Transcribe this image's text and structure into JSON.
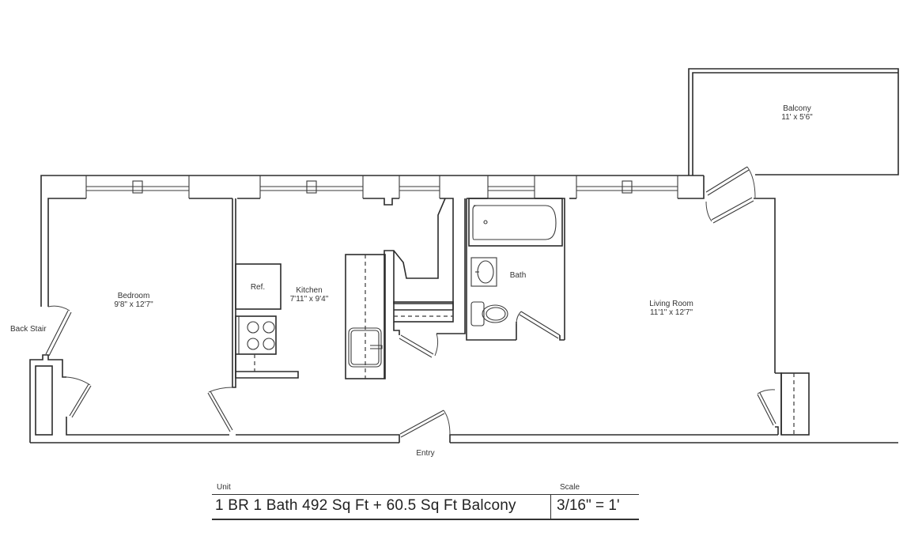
{
  "floor_plan": {
    "rooms": [
      {
        "id": "bedroom",
        "name": "Bedroom",
        "dimensions": "9'8\" x 12'7\""
      },
      {
        "id": "kitchen",
        "name": "Kitchen",
        "dimensions": "7'11\" x 9'4\""
      },
      {
        "id": "bath",
        "name": "Bath",
        "dimensions": ""
      },
      {
        "id": "living-room",
        "name": "Living Room",
        "dimensions": "11'1\" x 12'7\""
      },
      {
        "id": "balcony",
        "name": "Balcony",
        "dimensions": "11' x 5'6\""
      }
    ],
    "fixtures": {
      "refrigerator": "Ref."
    },
    "labels": {
      "back_stair": "Back Stair",
      "entry": "Entry"
    }
  },
  "title_block": {
    "unit_caption": "Unit",
    "unit_value": "1 BR 1 Bath  492 Sq Ft + 60.5 Sq Ft Balcony",
    "scale_caption": "Scale",
    "scale_value": "3/16\" = 1'"
  }
}
